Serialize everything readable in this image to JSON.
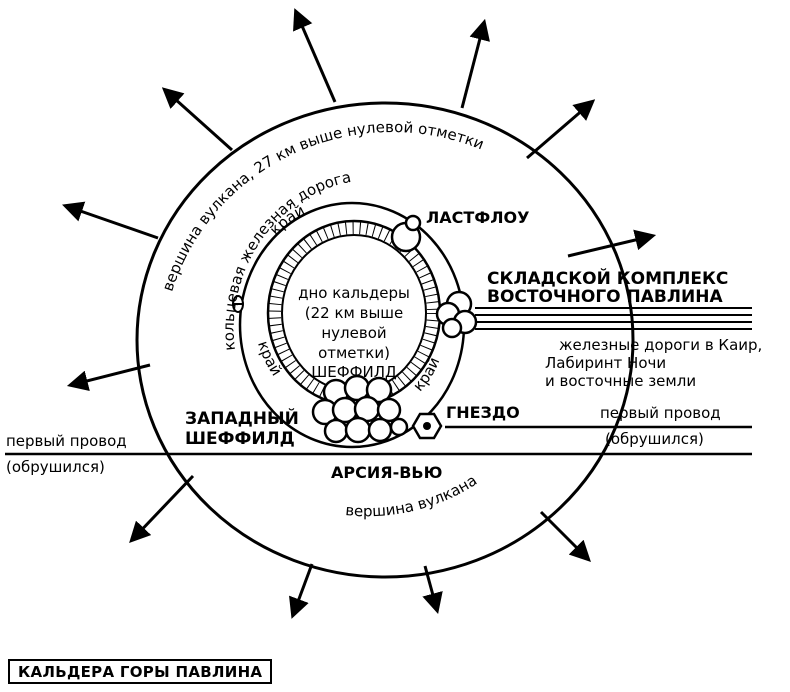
{
  "caption": "КАЛЬДЕРА ГОРЫ ПАВЛИНА",
  "labels": {
    "summit_top": "вершина вулкана, 27 км выше нулевой отметки",
    "summit_bottom": "вершина вулкана",
    "ring_railway": "кольцевая железная дорога",
    "rim": "край",
    "caldera_floor_1": "дно кальдеры",
    "caldera_floor_2": "(22 км выше",
    "caldera_floor_3": "нулевой",
    "caldera_floor_4": "отметки)",
    "sheffield": "ШЕФФИЛД",
    "lastflow": "ЛАСТФЛОУ",
    "warehouse_1": "СКЛАДСКОЙ КОМПЛЕКС",
    "warehouse_2": "ВОСТОЧНОГО ПАВЛИНА",
    "railways_1": "железные дороги в Каир,",
    "railways_2": "Лабиринт Ночи",
    "railways_3": "и восточные земли",
    "first_cable_1": "первый провод",
    "first_cable_2": "(обрушился)",
    "west_sheffield_1": "ЗАПАДНЫЙ",
    "west_sheffield_2": "ШЕФФИЛД",
    "nest": "ГНЕЗДО",
    "arsia_view": "АРСИЯ-ВЬЮ"
  }
}
